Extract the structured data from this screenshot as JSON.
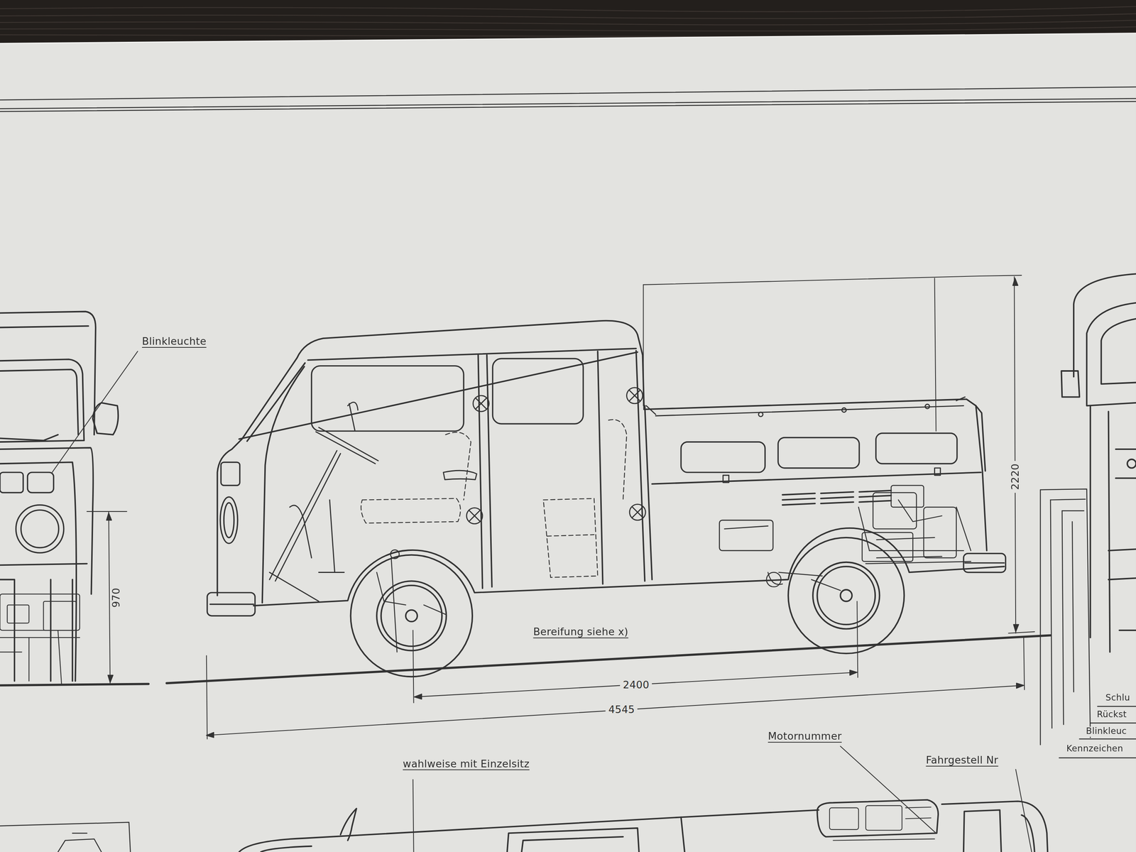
{
  "diagram": {
    "labels": [
      "Blinkleuchte",
      "970",
      "2220",
      "Bereifung siehe x)",
      "2400",
      "4545",
      "wahlweise mit Einzelsitz",
      "Motornummer",
      "Fahrgestell Nr",
      "Schlu",
      "Rückst",
      "Blinkleuc",
      "Kennzeichen"
    ]
  }
}
